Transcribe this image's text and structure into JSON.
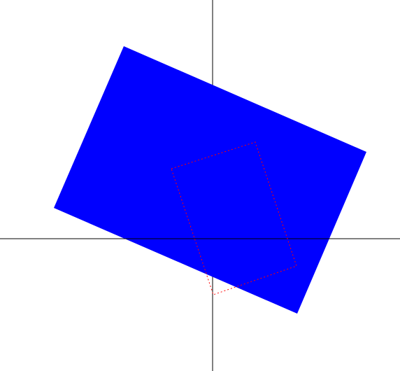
{
  "scene": {
    "background_color": "#ffffff",
    "axis_color": "#000000",
    "rectangle_fill": "#0000ff",
    "outline_color": "#ff0000",
    "outline_style": "dashed",
    "shapes": [
      "horizontal-axis",
      "vertical-axis",
      "blue-rotated-rectangle",
      "red-dashed-rectangle-outline"
    ]
  }
}
